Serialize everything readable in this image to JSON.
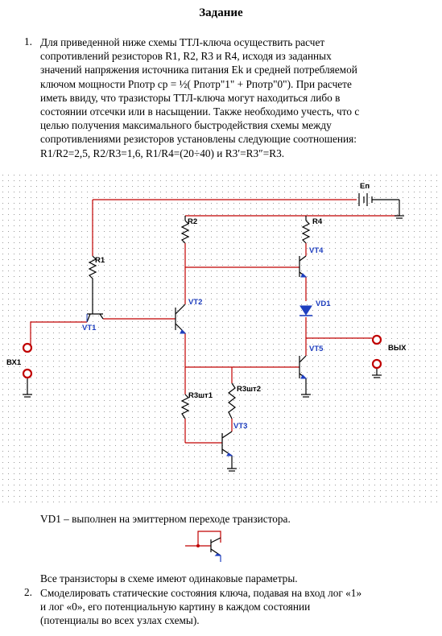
{
  "title": "Задание",
  "task1": {
    "number": "1.",
    "lines": [
      "Для приведенной ниже схемы ТТЛ-ключа осуществить расчет",
      "сопротивлений резисторов R1, R2, R3 и R4, исходя из заданных",
      "значений напряжения источника питания Ek и средней потребляемой",
      "ключом мощности Рпотр ср = ½( Рпотр\"1\" + Рпотр\"0\"). При расчете",
      "иметь ввиду, что трaзисторы ТТЛ-ключа могут находиться либо в",
      "состоянии отсечки или в насыщении. Также необходимо учесть, что с",
      "целью получения максимального быстродействия схемы между",
      "сопротивлениями резисторов установлены следующие соотношения:",
      "R1/R2=2,5, R2/R3=1,6, R1/R4=(20÷40) и R3′=R3″=R3."
    ]
  },
  "schematic": {
    "labels": {
      "ep": "Еп",
      "r1": "R1",
      "r2": "R2",
      "r4": "R4",
      "vt1": "VT1",
      "vt2": "VT2",
      "vt3": "VT3",
      "vt4": "VT4",
      "vt5": "VT5",
      "vd1": "VD1",
      "r3sht1": "R3шт1",
      "r3sht2": "R3шт2",
      "vx1": "ВХ1",
      "vyx": "ВЫХ"
    },
    "colors": {
      "wire": "#c00000",
      "component": "#000000",
      "transistor_label": "#1f3fbf",
      "diode": "#1f3fbf",
      "dots": "#9a9a9a"
    }
  },
  "vd1_note": "VD1 – выполнен на эмиттерном переходе транзистора.",
  "same_params_note": "Все транзисторы в схеме имеют одинаковые параметры.",
  "task2": {
    "number": "2.",
    "lines": [
      "Смоделировать статические состояния ключа, подавая на вход  лог «1»",
      "и лог «0», его потенциальную картину в каждом состоянии",
      "(потенциалы во всех узлах схемы)."
    ]
  }
}
